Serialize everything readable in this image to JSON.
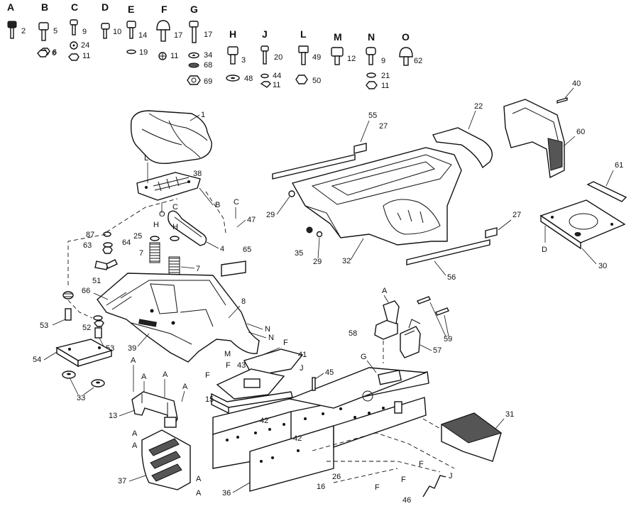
{
  "hardware_groups": [
    {
      "letter": "A",
      "items": [
        "2",
        "6"
      ]
    },
    {
      "letter": "B",
      "items": [
        "5",
        "6"
      ]
    },
    {
      "letter": "C",
      "items": [
        "9",
        "24",
        "11"
      ]
    },
    {
      "letter": "D",
      "items": [
        "10"
      ]
    },
    {
      "letter": "E",
      "items": [
        "14",
        "19"
      ]
    },
    {
      "letter": "F",
      "items": [
        "17",
        "11"
      ]
    },
    {
      "letter": "G",
      "items": [
        "17",
        "34",
        "68",
        "69"
      ]
    },
    {
      "letter": "H",
      "items": [
        "3",
        "48"
      ]
    },
    {
      "letter": "J",
      "items": [
        "20",
        "44",
        "11"
      ]
    },
    {
      "letter": "L",
      "items": [
        "49",
        "50"
      ]
    },
    {
      "letter": "M",
      "items": [
        "12"
      ]
    },
    {
      "letter": "N",
      "items": [
        "9",
        "21",
        "11"
      ]
    },
    {
      "letter": "O",
      "items": [
        "62"
      ]
    }
  ],
  "part_callouts": {
    "seat": "1",
    "seat_pan": "38",
    "spring_bracket": "4",
    "seat_spring_l": "7",
    "seat_spring_r": "7",
    "washer_25": "25",
    "washer_64": "64",
    "washer_87": "87",
    "nut_63": "63",
    "clip_51": "51",
    "decal_65": "65",
    "fender_deck": "8",
    "fender_pad": "66",
    "decal_39": "39",
    "bumper_53a": "53",
    "spacer_52": "52",
    "bumper_53b": "53",
    "bracket_54": "54",
    "bushing_33": "33",
    "pivot_13": "13",
    "panel_37": "37",
    "plate_41": "41",
    "plate_43": "43",
    "support_15": "15",
    "strap_26a": "26",
    "rail_42a": "42",
    "rail_42b": "42",
    "bolt_45": "45",
    "frame_36": "36",
    "rod_16": "16",
    "rod_26b": "26",
    "link_46": "46",
    "hood": "32",
    "grille_22": "22",
    "dash_60": "60",
    "clip_40": "40",
    "trim_55": "55",
    "decal_27a": "27",
    "decal_27b": "27",
    "trim_56": "56",
    "knob_29a": "29",
    "knob_29b": "29",
    "knob_35": "35",
    "plate_30": "30",
    "strip_61": "61",
    "bracket_58": "58",
    "bracket_57": "57",
    "bolts_59": "59",
    "cover_31": "31",
    "cable_47": "47"
  },
  "ref_letters": {
    "seat_L": "L",
    "pan_B": "B",
    "pan_C": "C",
    "pan_C2": "C",
    "pan_O": "O",
    "H1": "H",
    "H2": "H",
    "fender_N1": "N",
    "fender_N2": "N",
    "fender_M": "M",
    "plate_F": "F",
    "plate43_F": "F",
    "support_F": "F",
    "bolt_J": "J",
    "frame_G": "G",
    "bracket_A": "A",
    "plate30_D": "D",
    "pivot_A1": "A",
    "pivot_A2": "A",
    "pivot_A3": "A",
    "panel_A1": "A",
    "panel_A2": "A",
    "panel_A3": "A",
    "panel_A4": "A",
    "rod_F1": "F",
    "rod_F2": "F",
    "rod_F3": "F",
    "link_J": "J"
  }
}
